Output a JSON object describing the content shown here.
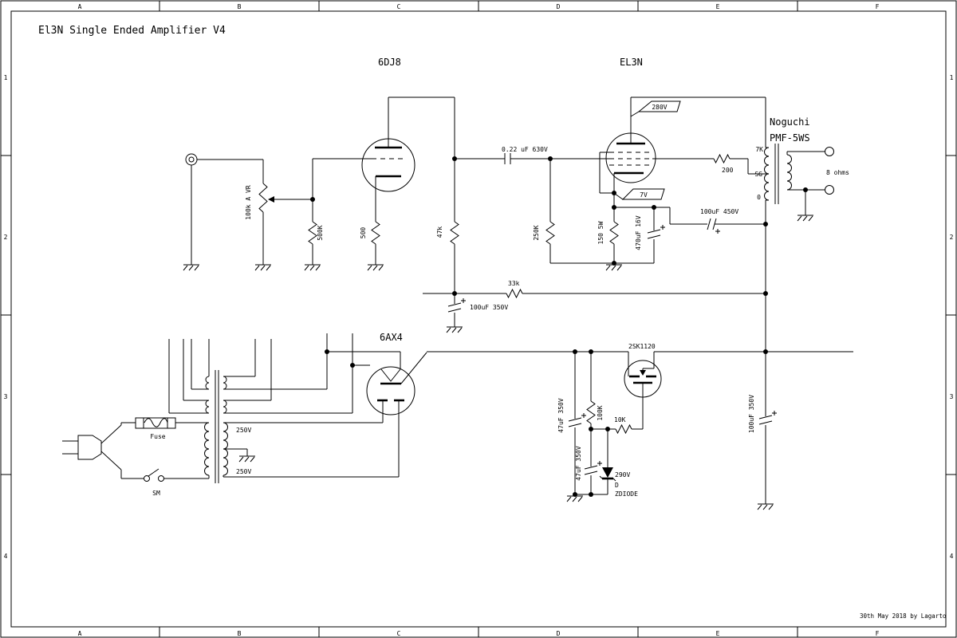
{
  "title": "El3N Single Ended Amplifier V4",
  "date_note": "30th May 2018 by Lagarto",
  "frame": {
    "cols": [
      "A",
      "B",
      "C",
      "D",
      "E",
      "F"
    ],
    "rows": [
      "1",
      "2",
      "3",
      "4"
    ]
  },
  "tubes": {
    "driver": "6DJ8",
    "power": "EL3N",
    "rectifier": "6AX4",
    "fet": "2SK1120"
  },
  "opt": {
    "brand": "Noguchi",
    "model": "PMF-5WS",
    "tap_primary": "7K",
    "tap_screen": "SG",
    "tap_zero": "0",
    "secondary": "8 ohms"
  },
  "flags": {
    "plate_voltage": "280V",
    "cathode_voltage": "7V"
  },
  "input_stage": {
    "volume_pot": "100k A VR",
    "grid_resistor": "500K",
    "cathode_resistor": "500",
    "plate_resistor": "47k",
    "coupling_cap": "0.22 uF 630V"
  },
  "output_stage": {
    "grid_resistor": "250K",
    "cathode_resistor": "150 5W",
    "cathode_cap": "470uF 16V",
    "ultrapath_cap": "100uF 450V",
    "screen_resistor": "200"
  },
  "supply_driver": {
    "dropper_resistor": "33k",
    "filter_cap": "100uF 350V"
  },
  "psu": {
    "fuse": "Fuse",
    "switch": "SM",
    "hv_top": "250V",
    "hv_bottom": "250V",
    "cap1": "47uF 350V",
    "cap2": "47uF 350V",
    "divider_resistor": "100K",
    "gate_resistor": "10K",
    "zener_voltage": "290V",
    "zener_designator": "D",
    "zener_type": "ZDIODE",
    "final_cap": "100uF 350V"
  }
}
